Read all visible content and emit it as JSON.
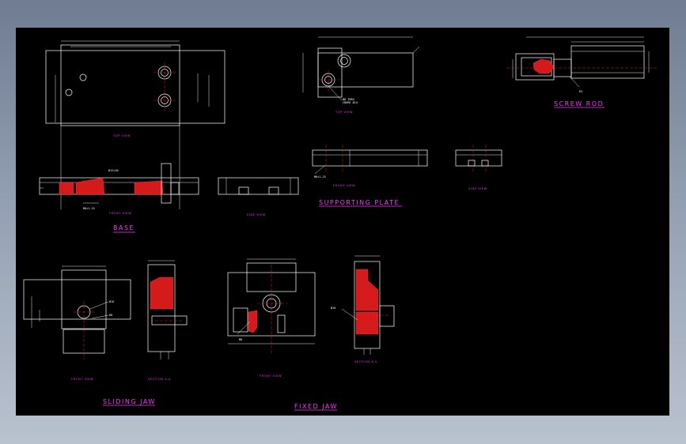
{
  "titles": {
    "base": "BASE",
    "supporting_plate": "SUPPORTING PLATE",
    "screw_rod": "SCREW ROD",
    "sliding_jaw": "SLIDING JAW",
    "fixed_jaw": "FIXED JAW"
  },
  "view_captions": {
    "base_top": "TOP VIEW",
    "base_front": "FRONT VIEW",
    "base_side": "SIDE VIEW",
    "plate_top": "TOP VIEW",
    "plate_front": "FRONT VIEW",
    "plate_side": "SIDE VIEW",
    "sliding_front": "FRONT VIEW",
    "sliding_section": "SECTION A-A",
    "fixed_front": "FRONT VIEW",
    "fixed_section": "SECTION A-A"
  },
  "colors": {
    "sheet": "#000000",
    "geometry": "#ffffff",
    "titles": "#ff33ff",
    "section_hatch": "#d41a1a",
    "center_lines": "#ff2020"
  }
}
